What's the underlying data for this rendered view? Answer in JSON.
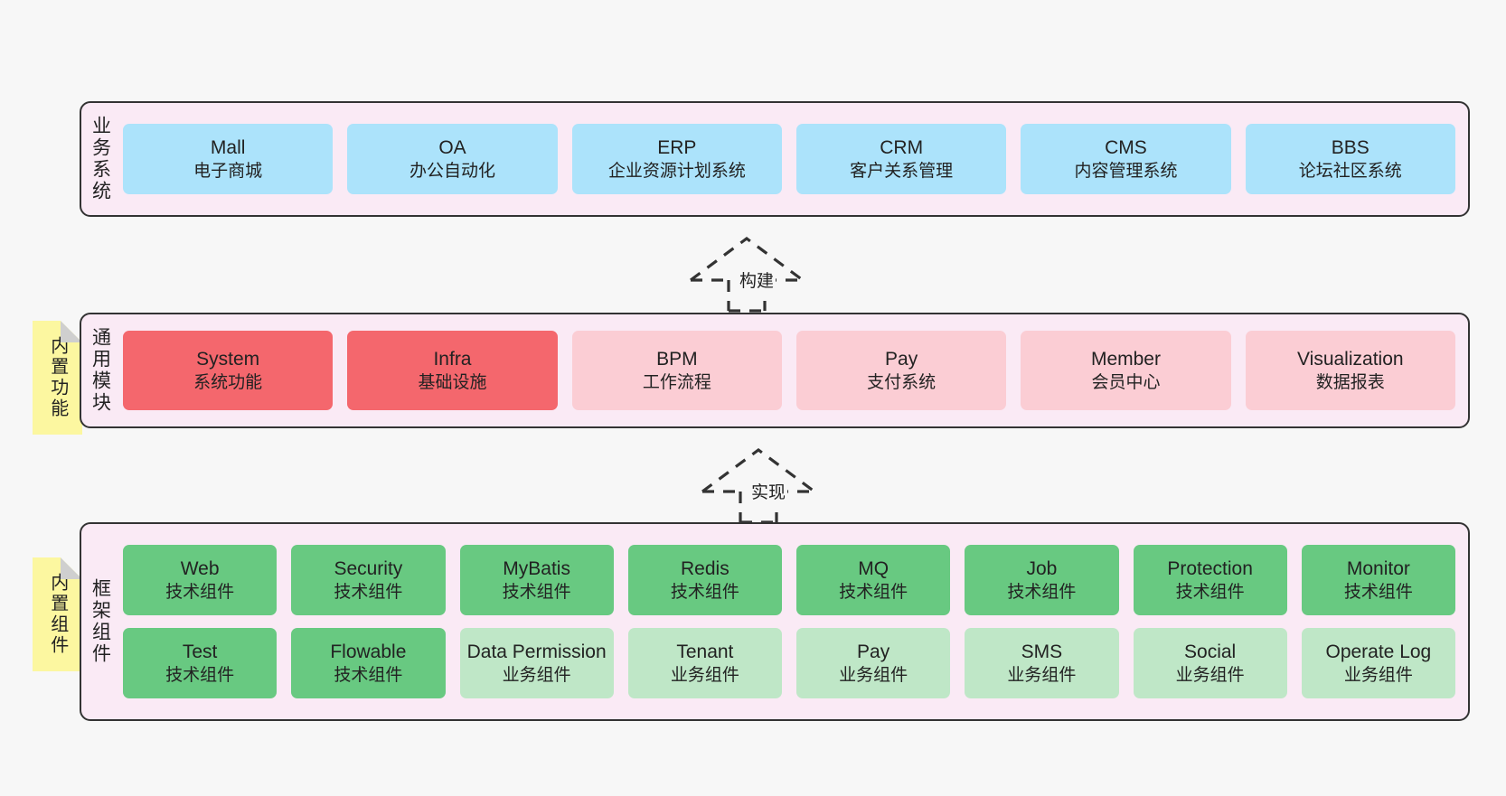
{
  "diagram": {
    "background": "#f7f7f7",
    "colors": {
      "band_fill": "#faeaf5",
      "band_border": "#333333",
      "business": "#ace3fb",
      "module_core": "#f4676d",
      "module_normal": "#fbcdd4",
      "component_tech": "#68c981",
      "component_biz": "#bfe7c7",
      "note_fill": "#fcf7a0",
      "note_fold": "#cfcfcf",
      "arrow_stroke": "#333333"
    }
  },
  "layers": {
    "business": {
      "title": "业务系统",
      "cards": [
        {
          "name": "Mall",
          "desc": "电子商城"
        },
        {
          "name": "OA",
          "desc": "办公自动化"
        },
        {
          "name": "ERP",
          "desc": "企业资源计划系统"
        },
        {
          "name": "CRM",
          "desc": "客户关系管理"
        },
        {
          "name": "CMS",
          "desc": "内容管理系统"
        },
        {
          "name": "BBS",
          "desc": "论坛社区系统"
        }
      ]
    },
    "modules": {
      "title": "通用模块",
      "note": "内置功能",
      "cards": [
        {
          "name": "System",
          "desc": "系统功能",
          "style": "red"
        },
        {
          "name": "Infra",
          "desc": "基础设施",
          "style": "red"
        },
        {
          "name": "BPM",
          "desc": "工作流程",
          "style": "pink"
        },
        {
          "name": "Pay",
          "desc": "支付系统",
          "style": "pink"
        },
        {
          "name": "Member",
          "desc": "会员中心",
          "style": "pink"
        },
        {
          "name": "Visualization",
          "desc": "数据报表",
          "style": "pink"
        }
      ]
    },
    "framework": {
      "title": "框架组件",
      "note": "内置组件",
      "row1": [
        {
          "name": "Web",
          "desc": "技术组件",
          "style": "green"
        },
        {
          "name": "Security",
          "desc": "技术组件",
          "style": "green"
        },
        {
          "name": "MyBatis",
          "desc": "技术组件",
          "style": "green"
        },
        {
          "name": "Redis",
          "desc": "技术组件",
          "style": "green"
        },
        {
          "name": "MQ",
          "desc": "技术组件",
          "style": "green"
        },
        {
          "name": "Job",
          "desc": "技术组件",
          "style": "green"
        },
        {
          "name": "Protection",
          "desc": "技术组件",
          "style": "green"
        },
        {
          "name": "Monitor",
          "desc": "技术组件",
          "style": "green"
        }
      ],
      "row2": [
        {
          "name": "Test",
          "desc": "技术组件",
          "style": "green"
        },
        {
          "name": "Flowable",
          "desc": "技术组件",
          "style": "green"
        },
        {
          "name": "Data Permission",
          "desc": "业务组件",
          "style": "lightgreen"
        },
        {
          "name": "Tenant",
          "desc": "业务组件",
          "style": "lightgreen"
        },
        {
          "name": "Pay",
          "desc": "业务组件",
          "style": "lightgreen"
        },
        {
          "name": "SMS",
          "desc": "业务组件",
          "style": "lightgreen"
        },
        {
          "name": "Social",
          "desc": "业务组件",
          "style": "lightgreen"
        },
        {
          "name": "Operate Log",
          "desc": "业务组件",
          "style": "lightgreen"
        }
      ]
    }
  },
  "arrows": [
    {
      "id": "build",
      "label": "构建"
    },
    {
      "id": "implement",
      "label": "实现"
    }
  ]
}
